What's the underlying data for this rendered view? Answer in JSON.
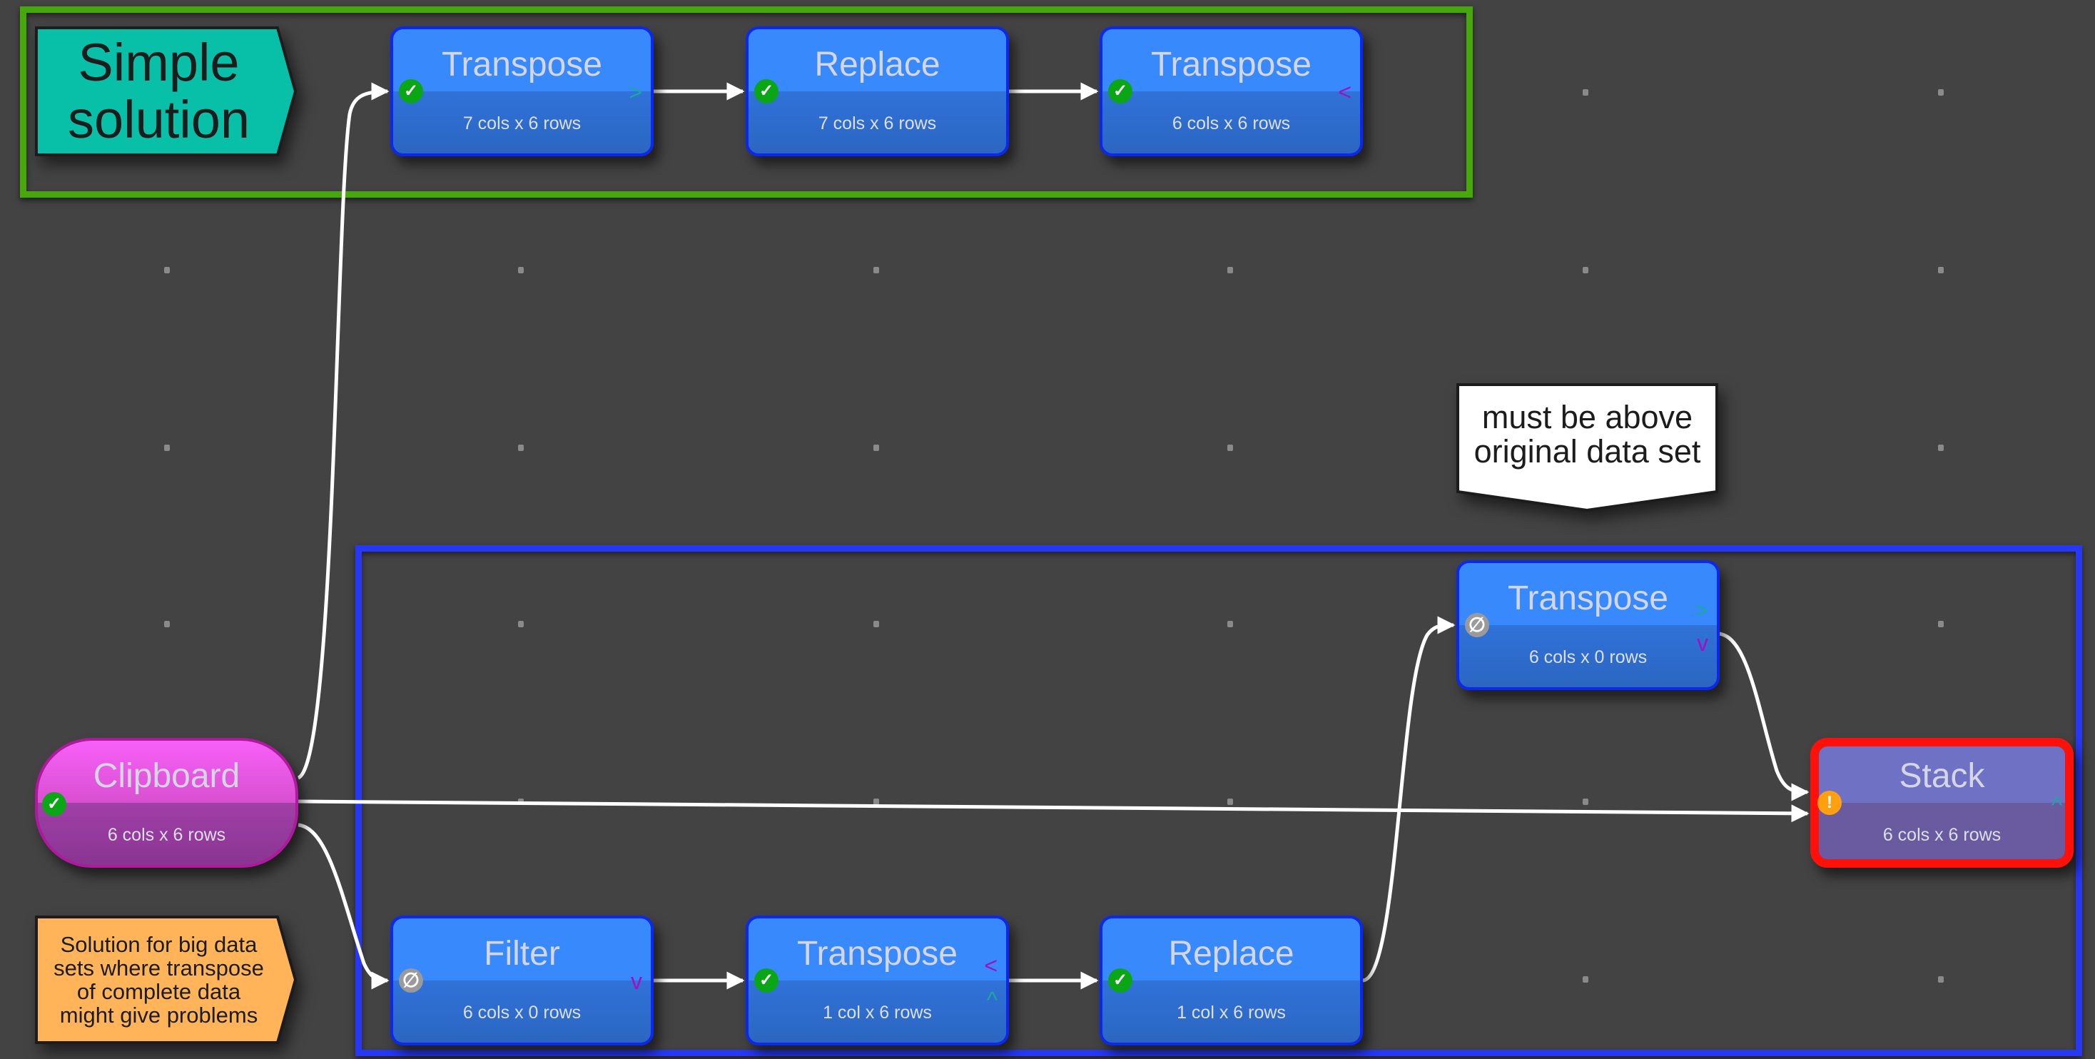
{
  "groups": {
    "simple": {
      "label": "Simple solution",
      "color": "#46a80a"
    },
    "big_data": {
      "label": "Solution for big data\nsets where transpose\nof complete data\nmight give problems",
      "color": "#2637f5"
    }
  },
  "callouts": {
    "simple_solution": "Simple\nsolution",
    "big_data": "Solution for big data\nsets where transpose\nof complete data\nmight give problems",
    "above_note": "must be above\noriginal data set"
  },
  "nodes": {
    "clipboard": {
      "title": "Clipboard",
      "size": "6 cols x 6 rows",
      "status": "ok"
    },
    "top_transpose_1": {
      "title": "Transpose",
      "size": "7 cols x 6 rows",
      "status": "ok",
      "port": ">"
    },
    "top_replace": {
      "title": "Replace",
      "size": "7 cols x 6 rows",
      "status": "ok"
    },
    "top_transpose_2": {
      "title": "Transpose",
      "size": "6 cols x 6 rows",
      "status": "ok",
      "port": "<"
    },
    "filter": {
      "title": "Filter",
      "size": "6 cols x 0 rows",
      "status": "empty",
      "port": "v"
    },
    "bottom_transpose": {
      "title": "Transpose",
      "size": "1 col x 6 rows",
      "status": "ok",
      "port_top": "<",
      "port_bottom": "^"
    },
    "bottom_replace": {
      "title": "Replace",
      "size": "1 col x 6 rows",
      "status": "ok"
    },
    "upper_transpose": {
      "title": "Transpose",
      "size": "6 cols x 0 rows",
      "status": "empty",
      "port_top": ">",
      "port_bottom": "v"
    },
    "stack": {
      "title": "Stack",
      "size": "6 cols x 6 rows",
      "status": "warning",
      "port": "^"
    }
  },
  "icons": {
    "ok": "✓",
    "empty": "∅",
    "warning": "!"
  },
  "colors": {
    "background": "#434343",
    "node_blue": "#3889fc",
    "clipboard_pink": "#f860f8",
    "stack_purple": "#6e71c4",
    "error_border": "#ff1008",
    "callout_teal": "#08bfa8",
    "callout_orange": "#ffb45a",
    "edge": "#ffffff"
  },
  "edges": [
    {
      "from": "clipboard",
      "to": "top_transpose_1"
    },
    {
      "from": "top_transpose_1",
      "to": "top_replace"
    },
    {
      "from": "top_replace",
      "to": "top_transpose_2"
    },
    {
      "from": "clipboard",
      "to": "stack"
    },
    {
      "from": "clipboard",
      "to": "filter"
    },
    {
      "from": "filter",
      "to": "bottom_transpose"
    },
    {
      "from": "bottom_transpose",
      "to": "bottom_replace"
    },
    {
      "from": "bottom_replace",
      "to": "upper_transpose"
    },
    {
      "from": "upper_transpose",
      "to": "stack"
    }
  ]
}
